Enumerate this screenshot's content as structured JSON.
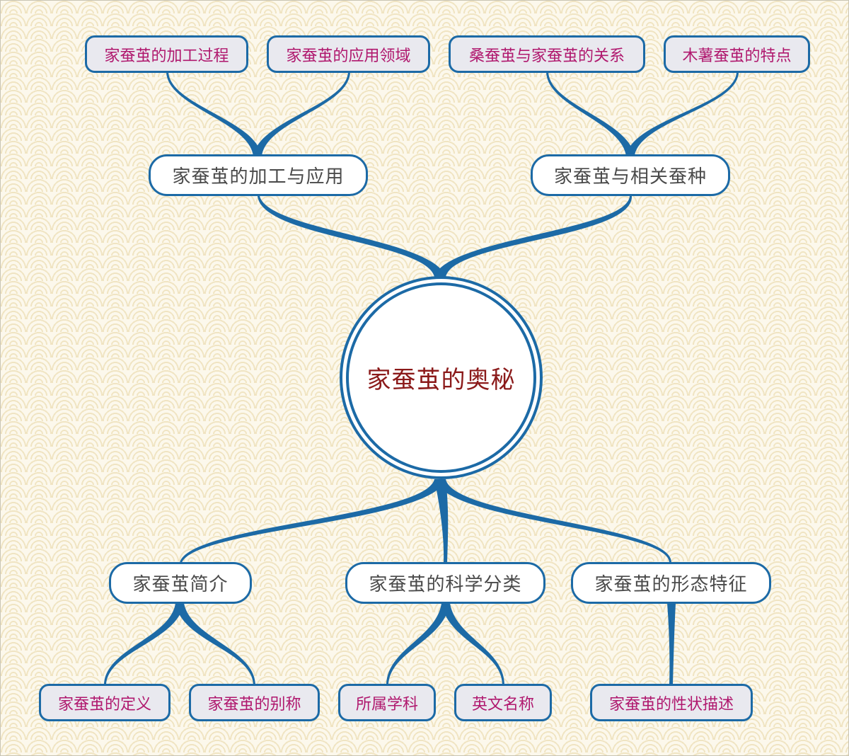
{
  "mindmap": {
    "root": "家蚕茧的奥秘",
    "branches": [
      {
        "label": "家蚕茧的加工与应用",
        "children": [
          "家蚕茧的加工过程",
          "家蚕茧的应用领域"
        ]
      },
      {
        "label": "家蚕茧与相关蚕种",
        "children": [
          "桑蚕茧与家蚕茧的关系",
          "木薯蚕茧的特点"
        ]
      },
      {
        "label": "家蚕茧简介",
        "children": [
          "家蚕茧的定义",
          "家蚕茧的别称"
        ]
      },
      {
        "label": "家蚕茧的科学分类",
        "children": [
          "所属学科",
          "英文名称"
        ]
      },
      {
        "label": "家蚕茧的形态特征",
        "children": [
          "家蚕茧的性状描述"
        ]
      }
    ]
  },
  "colors": {
    "connector": "#1c6aa6",
    "root_text": "#8b1a1a",
    "branch_text": "#4a4a4a",
    "leaf_text": "#b0186e",
    "leaf_fill": "#e9e9ef",
    "background": "#fcf8ec"
  }
}
